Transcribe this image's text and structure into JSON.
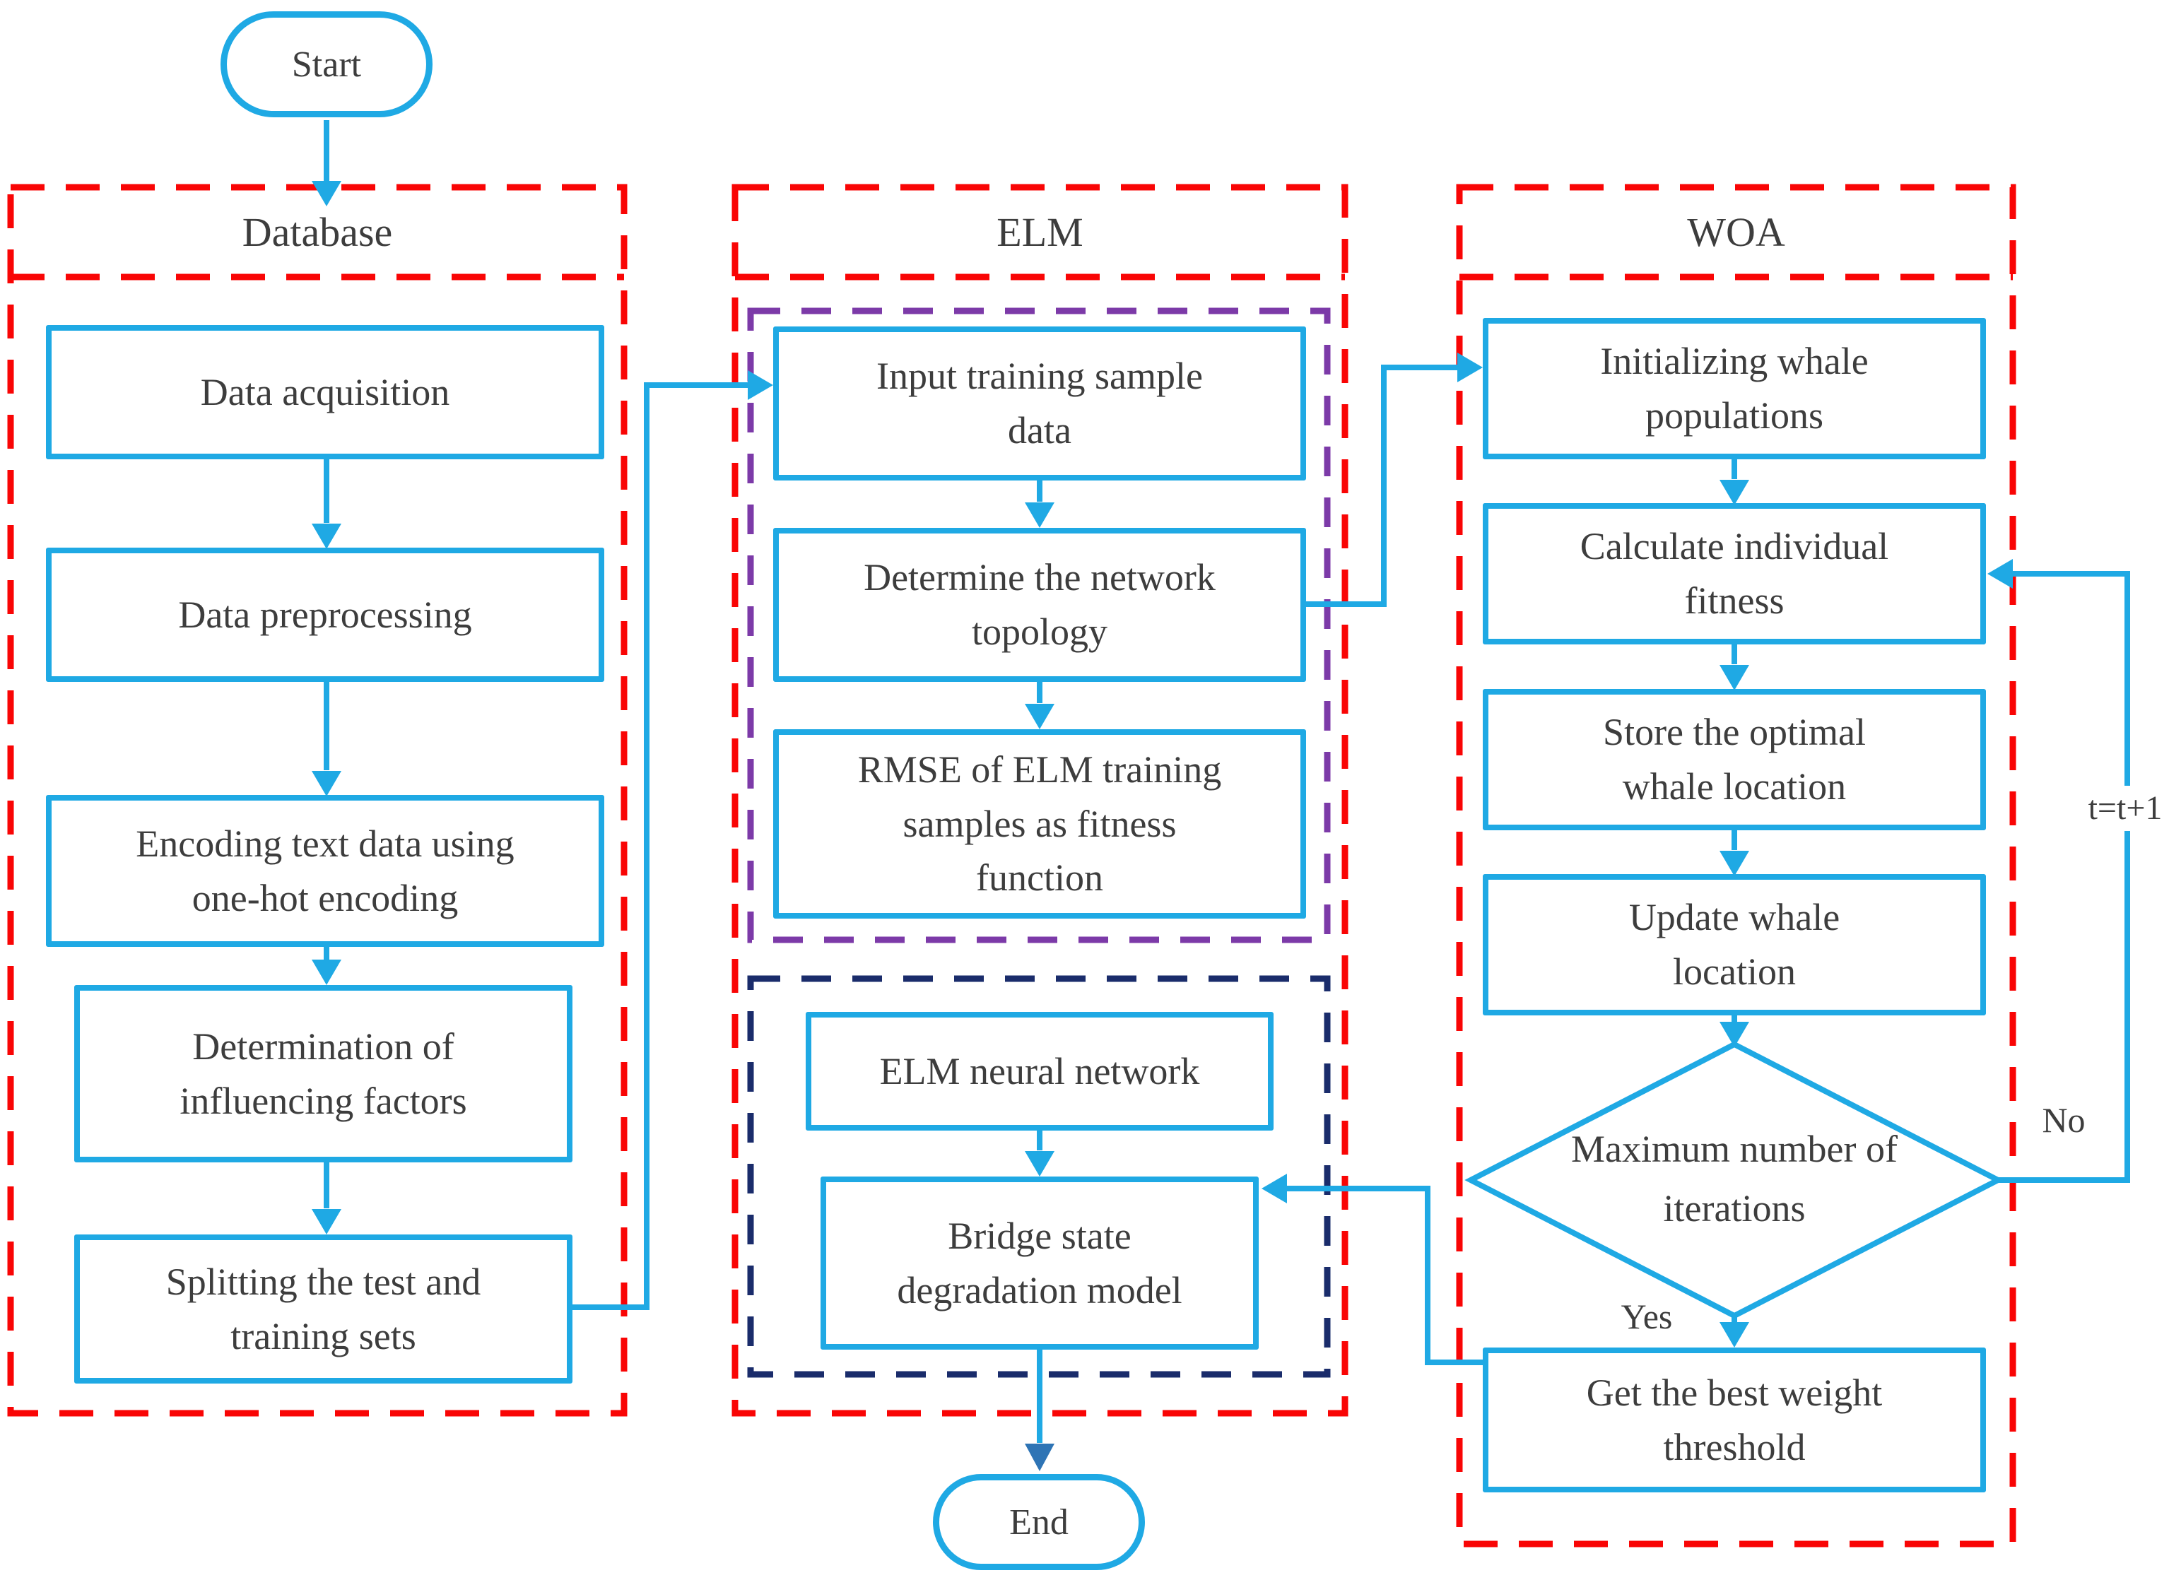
{
  "nodes": {
    "start": "Start",
    "end": "End"
  },
  "columns": {
    "database": {
      "title": "Database",
      "steps": [
        "Data acquisition",
        "Data preprocessing",
        "Encoding text data using one-hot encoding",
        "Determination of influencing factors",
        "Splitting the test and training sets"
      ]
    },
    "elm": {
      "title": "ELM",
      "training_steps": [
        "Input training sample data",
        "Determine the network topology",
        "RMSE of ELM training samples as fitness function"
      ],
      "model_steps": [
        "ELM neural network",
        "Bridge state degradation model"
      ]
    },
    "woa": {
      "title": "WOA",
      "steps": [
        "Initializing whale populations",
        "Calculate individual fitness",
        "Store the optimal whale location",
        "Update whale location"
      ],
      "decision": "Maximum number of iterations",
      "result": "Get the best weight threshold"
    }
  },
  "edge_labels": {
    "yes": "Yes",
    "no": "No",
    "iteration": "t=t+1"
  },
  "colors": {
    "flow_stroke": "#1FA9E4",
    "container_dashed": "#F90505",
    "elm_fitness_dashed": "#7C3AA8",
    "model_dashed": "#1A2C6B",
    "text": "#3D3D3D",
    "end_arrowhead": "#2E74B5"
  }
}
